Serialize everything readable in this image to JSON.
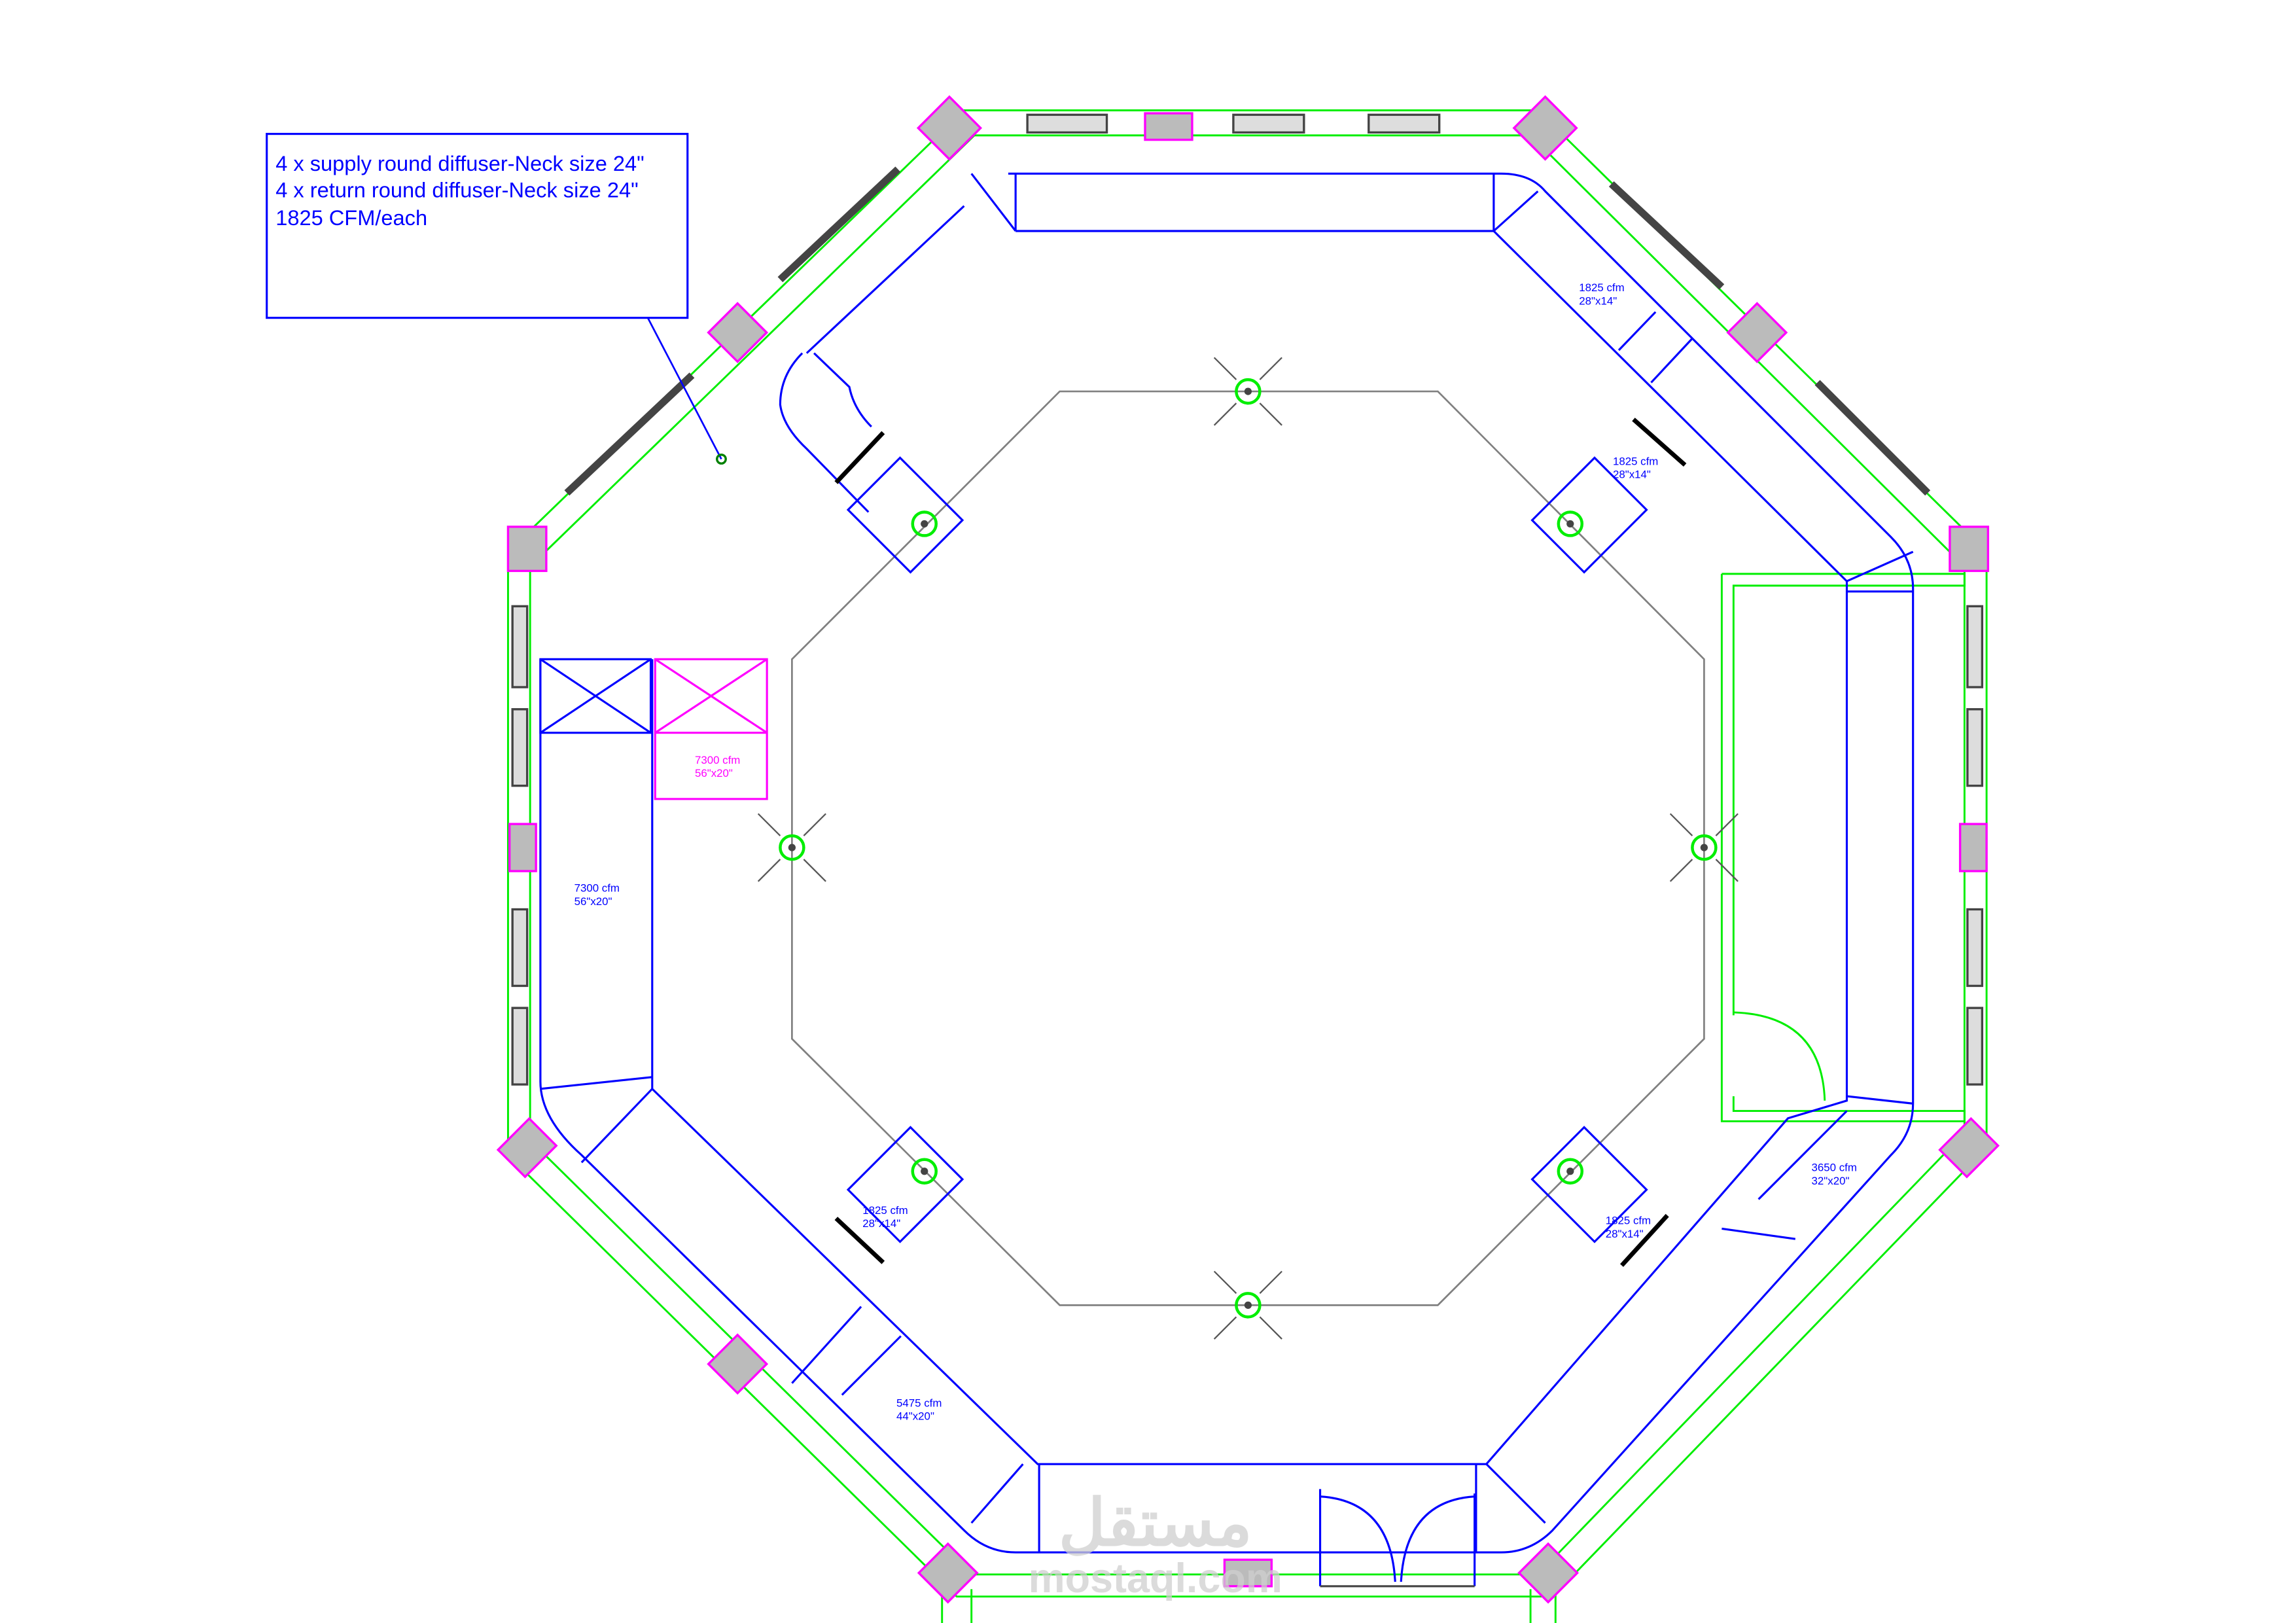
{
  "note": {
    "lines": [
      "4 x supply round diffuser-Neck size 24\"",
      "4 x return round diffuser-Neck size 24\"",
      "1825 CFM/each"
    ]
  },
  "duct_labels": [
    {
      "cfm": "1825 cfm",
      "size": "28\"x14\""
    },
    {
      "cfm": "1825 cfm",
      "size": "28\"x14\""
    },
    {
      "cfm": "1825 cfm",
      "size": "28\"x14\""
    },
    {
      "cfm": "1825 cfm",
      "size": "28\"x14\""
    },
    {
      "cfm": "3650 cfm",
      "size": "32\"x20\""
    },
    {
      "cfm": "5475 cfm",
      "size": "44\"x20\""
    },
    {
      "cfm": "7300 cfm",
      "size": "56\"x20\""
    },
    {
      "cfm": "7300 cfm",
      "size": "56\"x20\""
    }
  ],
  "watermark": {
    "arabic": "مستقل",
    "latin": "mostaql.com"
  },
  "colors": {
    "duct": "#0000ff",
    "wall": "#00ee00",
    "column": "#ff00ff",
    "grid": "#808080"
  }
}
